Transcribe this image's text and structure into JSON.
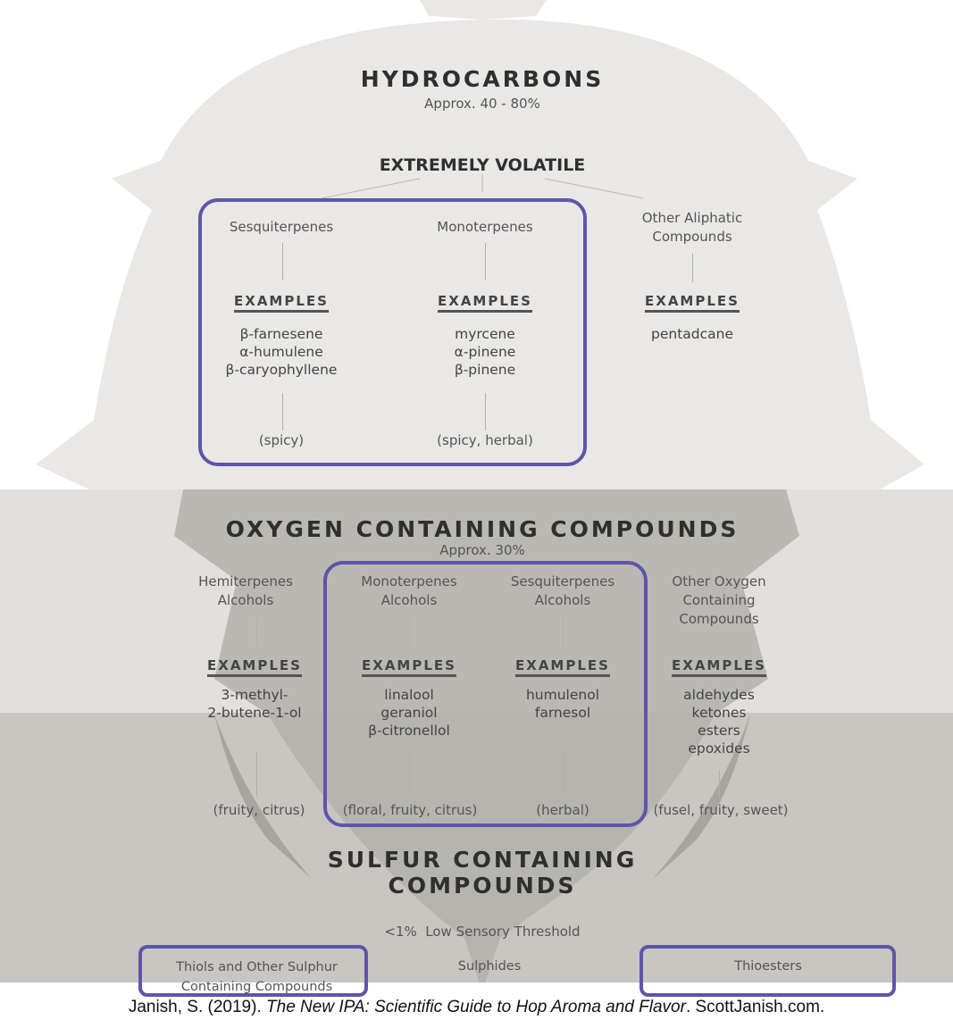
{
  "hydrocarbons": {
    "title": "HYDROCARBONS",
    "subtitle": "Approx. 40 - 80%",
    "volatility": "EXTREMELY VOLATILE",
    "columns": [
      {
        "category": [
          "Sesquiterpenes"
        ],
        "examples_label": "EXAMPLES",
        "examples": [
          "β-farnesene",
          "α-humulene",
          "β-caryophyllene"
        ],
        "aroma": "(spicy)"
      },
      {
        "category": [
          "Monoterpenes"
        ],
        "examples_label": "EXAMPLES",
        "examples": [
          "myrcene",
          "α-pinene",
          "β-pinene"
        ],
        "aroma": "(spicy, herbal)"
      },
      {
        "category": [
          "Other Aliphatic",
          "Compounds"
        ],
        "examples_label": "EXAMPLES",
        "examples": [
          "pentadcane"
        ],
        "aroma": ""
      }
    ]
  },
  "oxygen": {
    "title": "OXYGEN CONTAINING COMPOUNDS",
    "subtitle": "Approx. 30%",
    "columns": [
      {
        "category": [
          "Hemiterpenes",
          "Alcohols"
        ],
        "examples_label": "EXAMPLES",
        "examples": [
          "3-methyl-",
          "2-butene-1-ol"
        ],
        "aroma": "(fruity, citrus)"
      },
      {
        "category": [
          "Monoterpenes",
          "Alcohols"
        ],
        "examples_label": "EXAMPLES",
        "examples": [
          "linalool",
          "geraniol",
          "β-citronellol"
        ],
        "aroma": "(floral, fruity, citrus)"
      },
      {
        "category": [
          "Sesquiterpenes",
          "Alcohols"
        ],
        "examples_label": "EXAMPLES",
        "examples": [
          "humulenol",
          "farnesol"
        ],
        "aroma": "(herbal)"
      },
      {
        "category": [
          "Other Oxygen",
          "Containing",
          "Compounds"
        ],
        "examples_label": "EXAMPLES",
        "examples": [
          "aldehydes",
          "ketones",
          "esters",
          "epoxides"
        ],
        "aroma": "(fusel, fruity, sweet)"
      }
    ]
  },
  "sulfur": {
    "title_line1": "SULFUR CONTAINING",
    "title_line2": "COMPOUNDS",
    "subtitle": "<1%  Low Sensory Threshold",
    "items": [
      [
        "Thiols and Other Sulphur",
        "Containing Compounds"
      ],
      [
        "Sulphides"
      ],
      [
        "Thioesters"
      ]
    ]
  },
  "citation": {
    "before": "Janish, S. (2019). ",
    "title": "The New IPA: Scientific Guide to Hop Aroma and Flavor",
    "after": ". ScottJanish.com."
  },
  "colors": {
    "highlight": "#5d56a8",
    "hop_light": "#e9e8e6",
    "hop_dark": "#b3b0ac",
    "band_oxygen": "#e2e0dd",
    "band_sulfur": "#c9c5c1"
  }
}
